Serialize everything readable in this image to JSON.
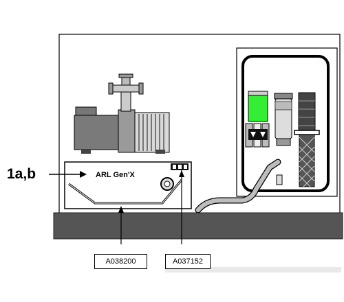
{
  "callouts": {
    "item_label": "1a,b"
  },
  "device": {
    "name": "ARL Gen'X"
  },
  "references": {
    "left_box": "A038200",
    "right_box": "A037152"
  },
  "colors": {
    "indicator_green": "#33ee33",
    "base_slab": "#555555",
    "pump_body": "#777777"
  }
}
